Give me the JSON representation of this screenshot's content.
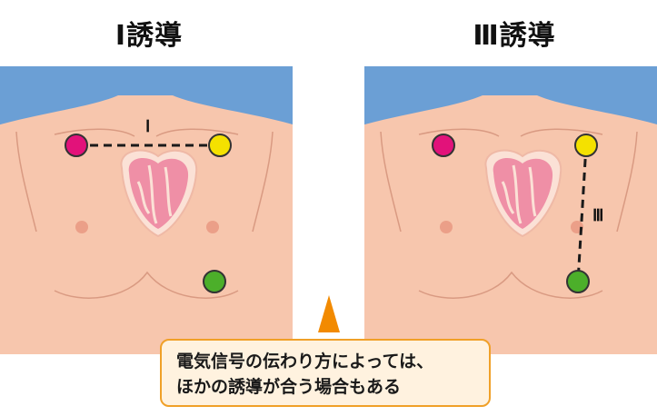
{
  "panels": [
    {
      "title": "Ⅰ誘導",
      "lead_label": "Ⅰ",
      "electrodes": [
        {
          "position": "right arm",
          "color": "#e2127a"
        },
        {
          "position": "left arm",
          "color": "#f4e100"
        },
        {
          "position": "left leg",
          "color": "#4caf2a"
        }
      ]
    },
    {
      "title": "Ⅲ誘導",
      "lead_label": "Ⅲ",
      "electrodes": [
        {
          "position": "right arm",
          "color": "#e2127a"
        },
        {
          "position": "left arm",
          "color": "#f4e100"
        },
        {
          "position": "left leg",
          "color": "#4caf2a"
        }
      ]
    }
  ],
  "callout": {
    "line1": "電気信号の伝わり方によっては、",
    "line2": "ほかの誘導が合う場合もある"
  },
  "colors": {
    "background": "#6b9fd5",
    "skin": "#f7c6ad",
    "skin_outline": "#d99a82",
    "heart": "#ef8fa6",
    "callout_fill": "#fff2df",
    "callout_border": "#f0a028",
    "arrow": "#f28a00"
  }
}
